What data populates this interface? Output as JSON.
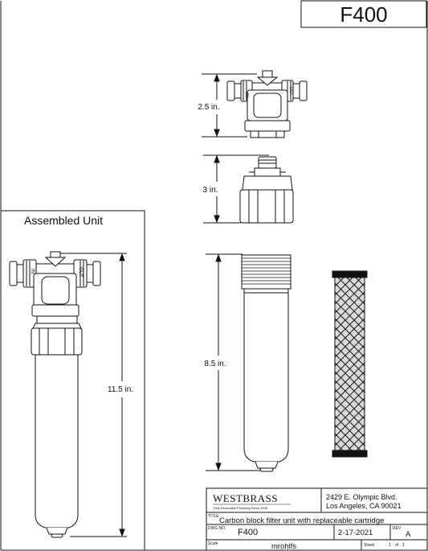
{
  "drawing_title": "F400",
  "assembled_label": "Assembled Unit",
  "dimensions": {
    "head": "2.5 in.",
    "collar": "3 in.",
    "housing": "8.5 in.",
    "assembled": "11.5 in."
  },
  "fitting_labels": {
    "in": "IN",
    "out": "OUT"
  },
  "title_block": {
    "company": "WESTBRASS",
    "tagline": "Fine Decorative Plumbing Since 1935",
    "address_line1": "2429 E. Olympic Blvd.",
    "address_line2": "Los Angeles, CA 90021",
    "title_caption": "TITLE",
    "title_value": "Carbon block filter unit with replaceable cartridge",
    "dwg_caption": "DWG NO.",
    "dwg_value": "F400",
    "date_value": "2-17-2021",
    "rev_caption": "REV",
    "rev_value": "A",
    "scale_caption": "Scale",
    "drawn_by": "mrohlfs",
    "sheet_caption": "Sheet",
    "sheet_value": "1",
    "sheet_of": "of",
    "sheet_total": "1"
  },
  "colors": {
    "line": "#111111",
    "paper": "#ffffff",
    "shade": "#d9d9d9"
  }
}
